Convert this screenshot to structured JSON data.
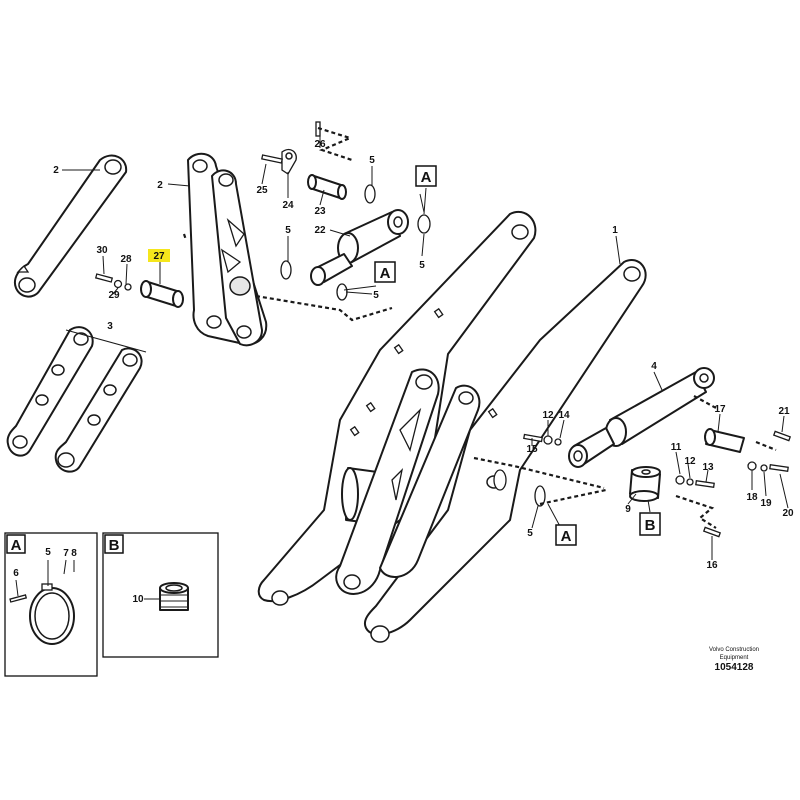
{
  "diagram": {
    "parts": [
      {
        "id": "p1",
        "label": "1"
      },
      {
        "id": "p2a",
        "label": "2"
      },
      {
        "id": "p2b",
        "label": "2"
      },
      {
        "id": "p3",
        "label": "3"
      },
      {
        "id": "p4",
        "label": "4"
      },
      {
        "id": "p5a",
        "label": "5"
      },
      {
        "id": "p5b",
        "label": "5"
      },
      {
        "id": "p5c",
        "label": "5"
      },
      {
        "id": "p5d",
        "label": "5"
      },
      {
        "id": "p5e",
        "label": "5"
      },
      {
        "id": "p5f",
        "label": "5"
      },
      {
        "id": "p6",
        "label": "6"
      },
      {
        "id": "p7",
        "label": "7"
      },
      {
        "id": "p8",
        "label": "8"
      },
      {
        "id": "p9",
        "label": "9"
      },
      {
        "id": "p10",
        "label": "10"
      },
      {
        "id": "p11",
        "label": "11"
      },
      {
        "id": "p12a",
        "label": "12"
      },
      {
        "id": "p12b",
        "label": "12"
      },
      {
        "id": "p13",
        "label": "13"
      },
      {
        "id": "p14",
        "label": "14"
      },
      {
        "id": "p15",
        "label": "15"
      },
      {
        "id": "p16",
        "label": "16"
      },
      {
        "id": "p17",
        "label": "17"
      },
      {
        "id": "p18",
        "label": "18"
      },
      {
        "id": "p19",
        "label": "19"
      },
      {
        "id": "p20",
        "label": "20"
      },
      {
        "id": "p21",
        "label": "21"
      },
      {
        "id": "p22",
        "label": "22"
      },
      {
        "id": "p23",
        "label": "23"
      },
      {
        "id": "p24",
        "label": "24"
      },
      {
        "id": "p25",
        "label": "25"
      },
      {
        "id": "p26",
        "label": "26"
      },
      {
        "id": "p27",
        "label": "27",
        "highlighted": true
      },
      {
        "id": "p28",
        "label": "28"
      },
      {
        "id": "p29",
        "label": "29"
      },
      {
        "id": "p30",
        "label": "30"
      }
    ],
    "references": {
      "a1": "A",
      "a2": "A",
      "a3": "A",
      "b1": "B"
    },
    "details": {
      "a": {
        "title": "A"
      },
      "b": {
        "title": "B"
      }
    },
    "highlight_color": "#f5e61c",
    "footer": {
      "line1": "Volvo Construction",
      "line2": "Equipment",
      "drawing_number": "1054128"
    }
  }
}
